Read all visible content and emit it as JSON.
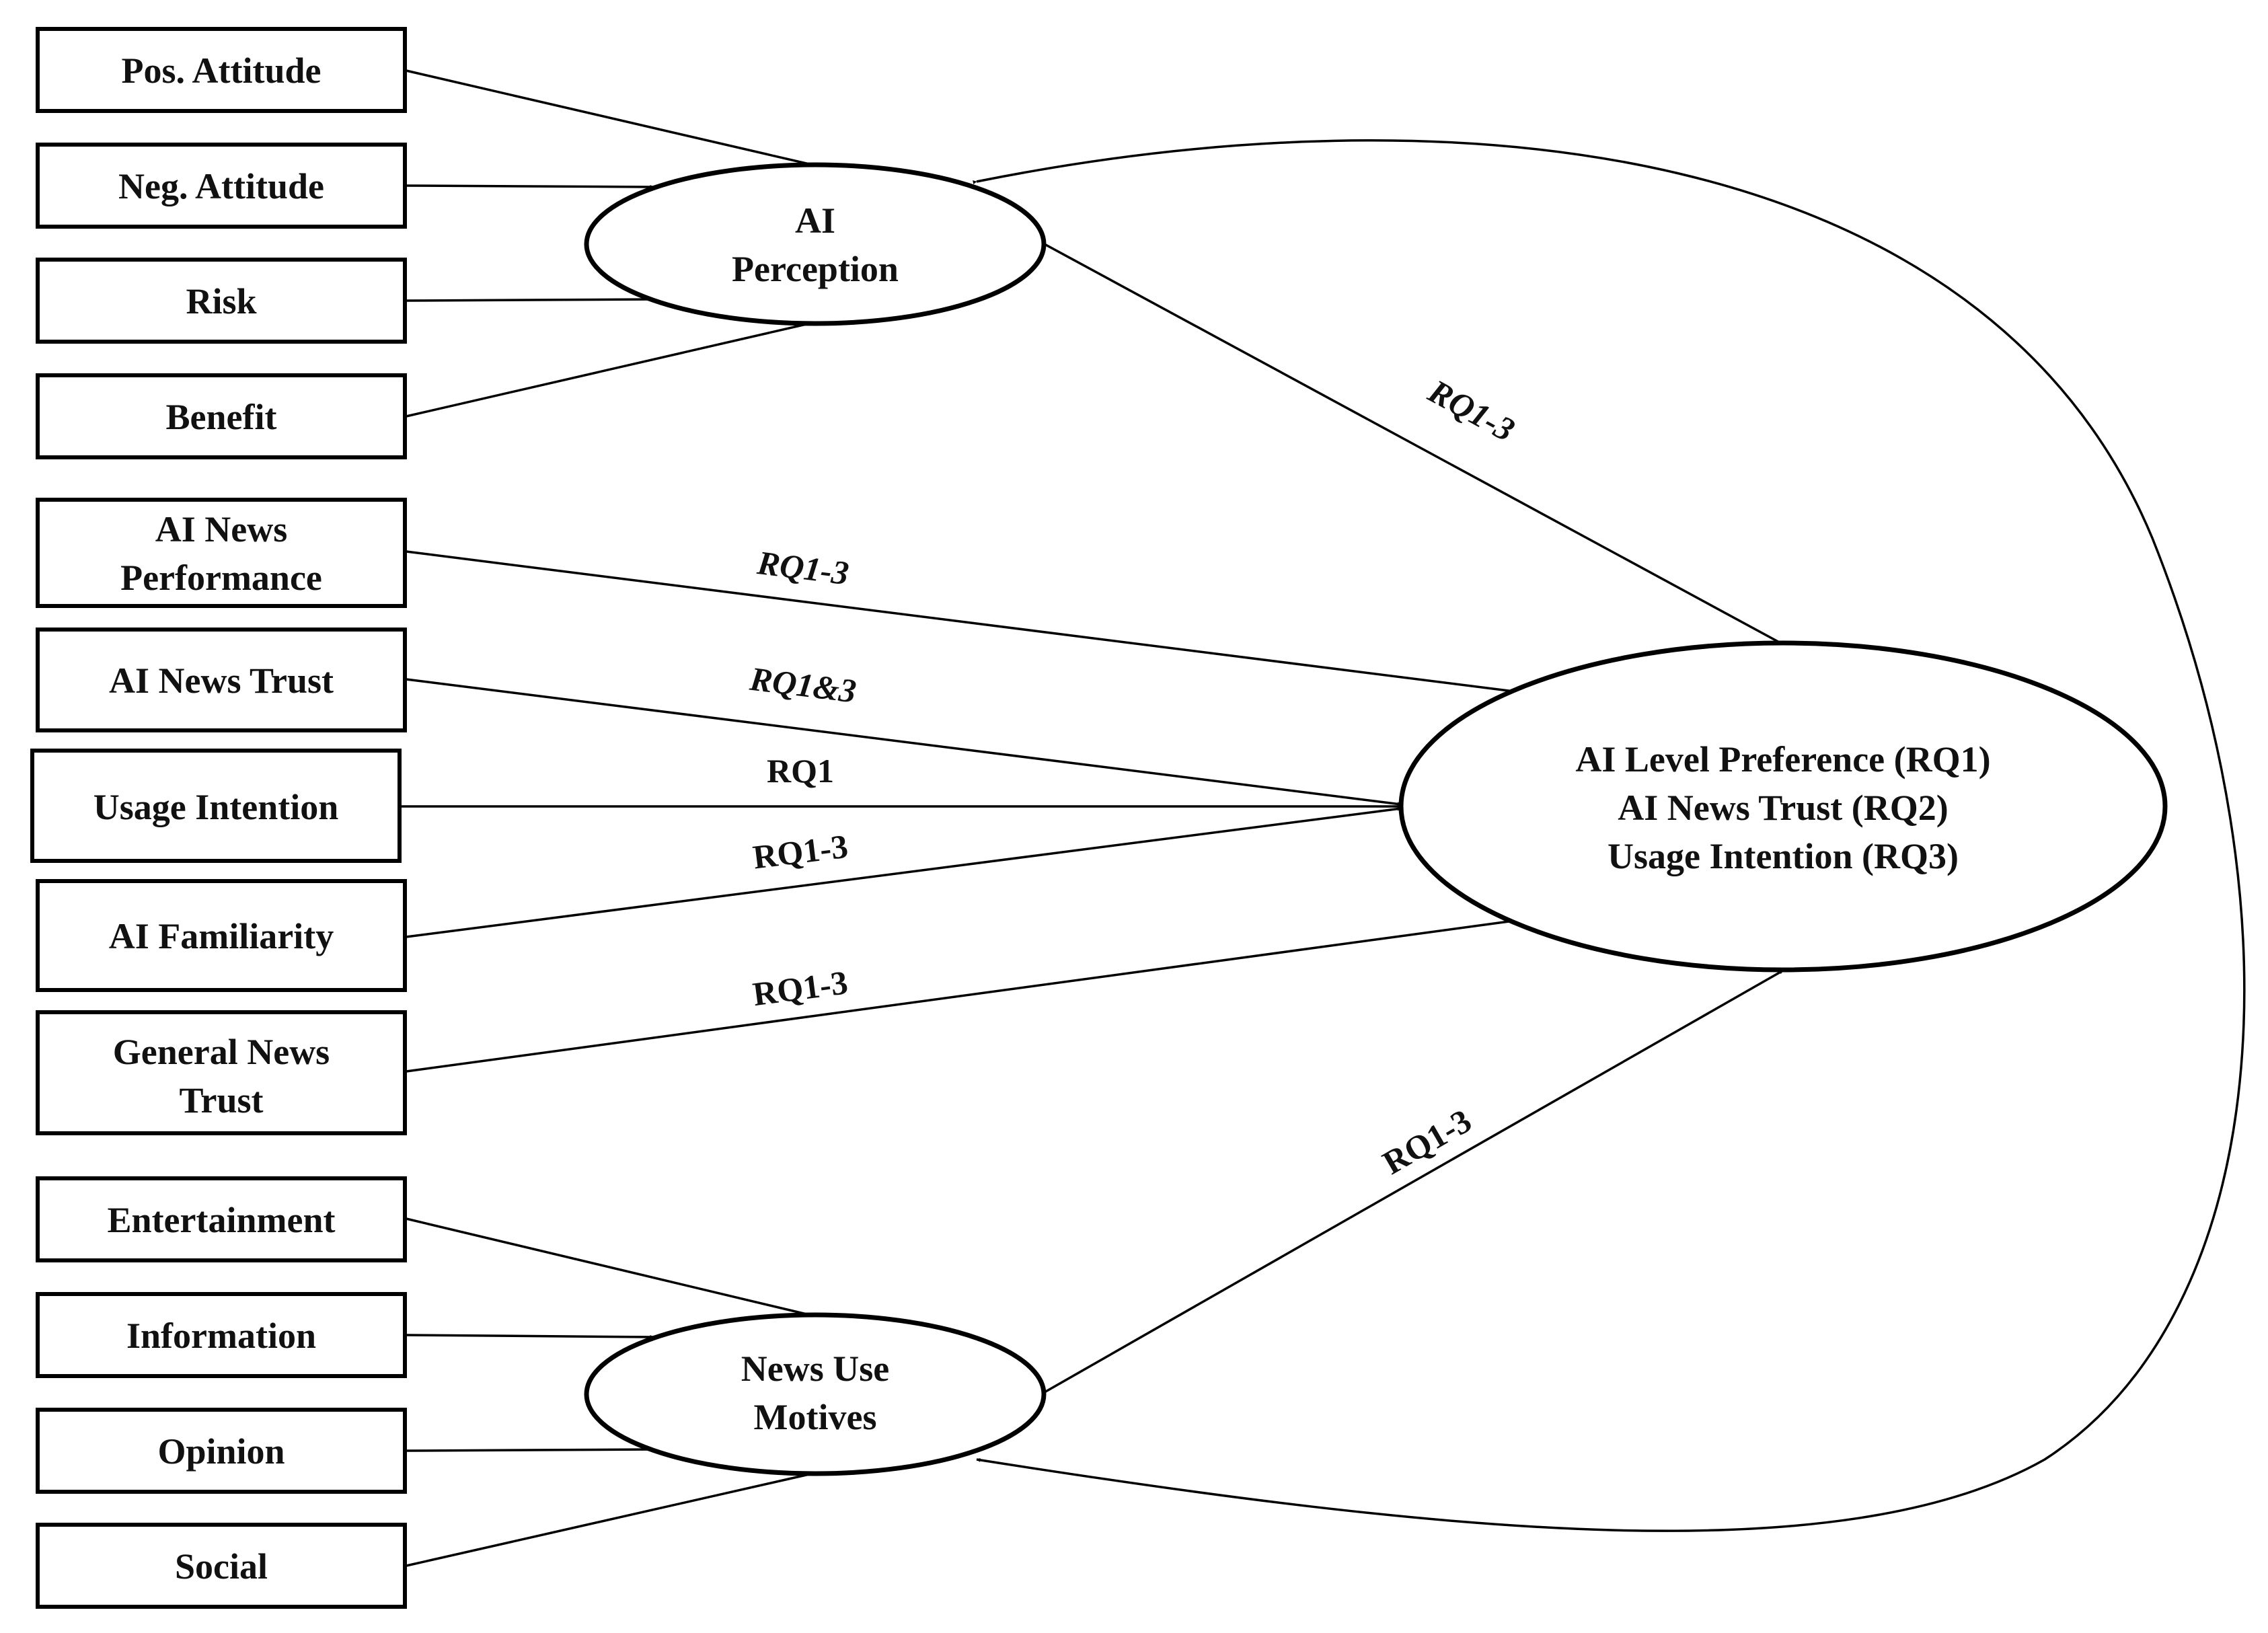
{
  "boxes": {
    "pos_attitude": [
      "Pos. Attitude"
    ],
    "neg_attitude": [
      "Neg. Attitude"
    ],
    "risk": [
      "Risk"
    ],
    "benefit": [
      "Benefit"
    ],
    "ai_news_performance": [
      "AI News",
      "Performance"
    ],
    "ai_news_trust": [
      "AI News Trust"
    ],
    "usage_intention": [
      "Usage Intention"
    ],
    "ai_familiarity": [
      "AI Familiarity"
    ],
    "general_news_trust": [
      "General News",
      "Trust"
    ],
    "entertainment": [
      "Entertainment"
    ],
    "information": [
      "Information"
    ],
    "opinion": [
      "Opinion"
    ],
    "social": [
      "Social"
    ]
  },
  "ellipses": {
    "ai_perception": [
      "AI",
      "Perception"
    ],
    "news_use_motives": [
      "News Use",
      "Motives"
    ],
    "outcomes": [
      "AI Level Preference (RQ1)",
      "AI News Trust (RQ2)",
      "Usage Intention (RQ3)"
    ]
  },
  "edge_labels": {
    "perception_to_outcomes": "RQ1-3",
    "performance_to_outcomes": "RQ1-3",
    "ai_news_trust_to_outcomes": "RQ1&3",
    "usage_intention_to_outcomes": "RQ1",
    "familiarity_to_outcomes": "RQ1-3",
    "general_trust_to_outcomes": "RQ1-3",
    "motives_to_outcomes": "RQ1-3"
  }
}
